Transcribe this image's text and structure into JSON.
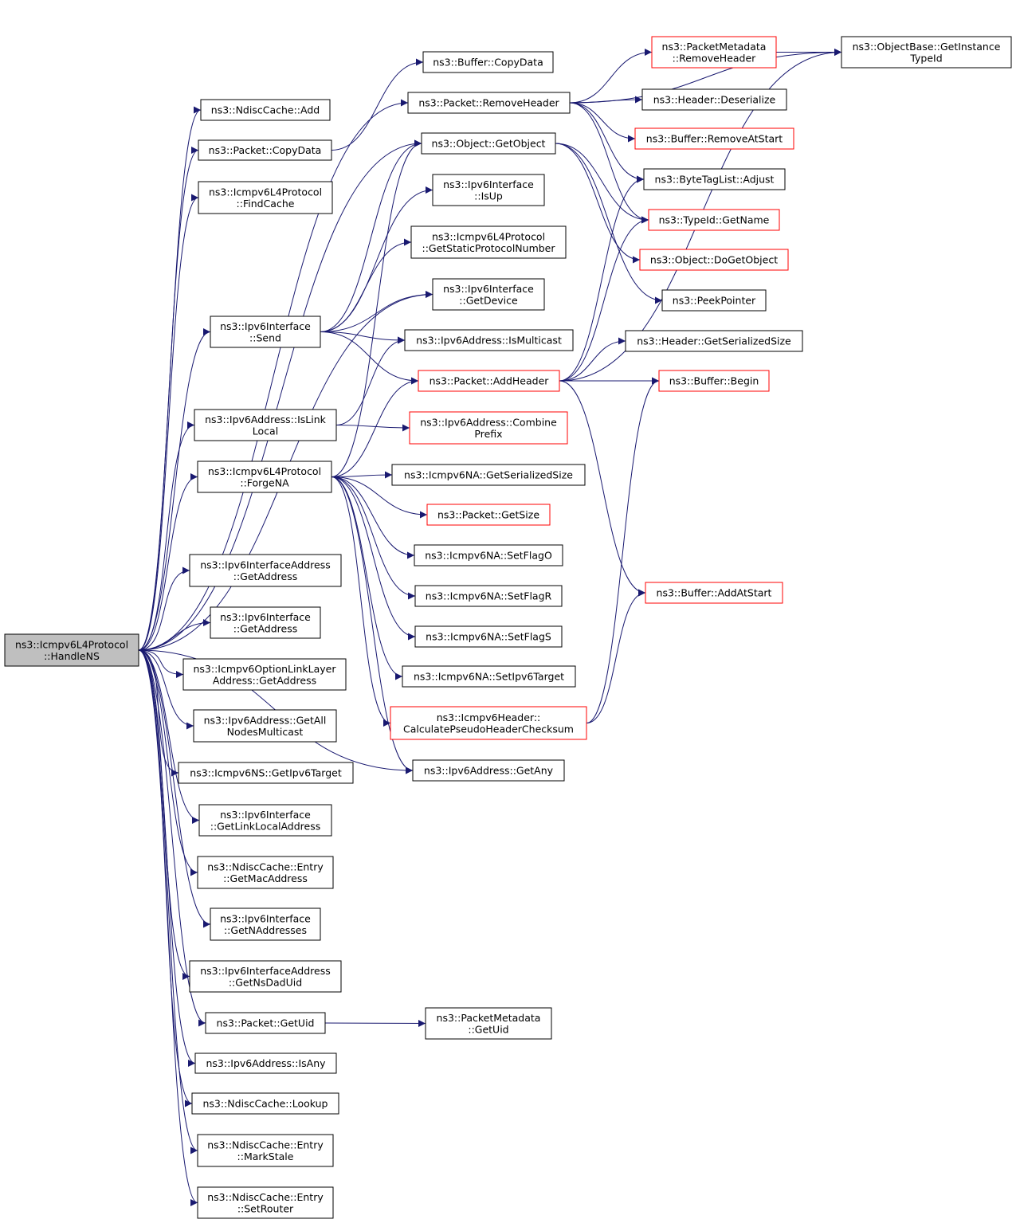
{
  "colors": {
    "edge": "#191970",
    "box_black": "#000000",
    "box_red": "#ff0000",
    "root_fill": "#bfbfbf",
    "fill": "#ffffff"
  },
  "nodes": {
    "root": {
      "lines": [
        "ns3::Icmpv6L4Protocol",
        "::HandleNS"
      ],
      "border": "black",
      "root": true
    },
    "ndisc_add": {
      "lines": [
        "ns3::NdiscCache::Add"
      ],
      "border": "black"
    },
    "pkt_copydata": {
      "lines": [
        "ns3::Packet::CopyData"
      ],
      "border": "black"
    },
    "findcache": {
      "lines": [
        "ns3::Icmpv6L4Protocol",
        "::FindCache"
      ],
      "border": "black"
    },
    "ipv6if_send": {
      "lines": [
        "ns3::Ipv6Interface",
        "::Send"
      ],
      "border": "black"
    },
    "islinklocal": {
      "lines": [
        "ns3::Ipv6Address::IsLink",
        "Local"
      ],
      "border": "black"
    },
    "forgena": {
      "lines": [
        "ns3::Icmpv6L4Protocol",
        "::ForgeNA"
      ],
      "border": "black"
    },
    "ifaddr_getaddress": {
      "lines": [
        "ns3::Ipv6InterfaceAddress",
        "::GetAddress"
      ],
      "border": "black"
    },
    "ipv6if_getaddress": {
      "lines": [
        "ns3::Ipv6Interface",
        "::GetAddress"
      ],
      "border": "black"
    },
    "optlinklayer": {
      "lines": [
        "ns3::Icmpv6OptionLinkLayer",
        "Address::GetAddress"
      ],
      "border": "black"
    },
    "getallnodes": {
      "lines": [
        "ns3::Ipv6Address::GetAll",
        "NodesMulticast"
      ],
      "border": "black"
    },
    "ns_getipv6target": {
      "lines": [
        "ns3::Icmpv6NS::GetIpv6Target"
      ],
      "border": "black"
    },
    "getlinklocal": {
      "lines": [
        "ns3::Ipv6Interface",
        "::GetLinkLocalAddress"
      ],
      "border": "black"
    },
    "entry_getmac": {
      "lines": [
        "ns3::NdiscCache::Entry",
        "::GetMacAddress"
      ],
      "border": "black"
    },
    "getnaddresses": {
      "lines": [
        "ns3::Ipv6Interface",
        "::GetNAddresses"
      ],
      "border": "black"
    },
    "getnsdaduid": {
      "lines": [
        "ns3::Ipv6InterfaceAddress",
        "::GetNsDadUid"
      ],
      "border": "black"
    },
    "pkt_getuid": {
      "lines": [
        "ns3::Packet::GetUid"
      ],
      "border": "black"
    },
    "isany": {
      "lines": [
        "ns3::Ipv6Address::IsAny"
      ],
      "border": "black"
    },
    "lookup": {
      "lines": [
        "ns3::NdiscCache::Lookup"
      ],
      "border": "black"
    },
    "markstale": {
      "lines": [
        "ns3::NdiscCache::Entry",
        "::MarkStale"
      ],
      "border": "black"
    },
    "setrouter": {
      "lines": [
        "ns3::NdiscCache::Entry",
        "::SetRouter"
      ],
      "border": "black"
    },
    "buf_copydata": {
      "lines": [
        "ns3::Buffer::CopyData"
      ],
      "border": "black"
    },
    "removeheader": {
      "lines": [
        "ns3::Packet::RemoveHeader"
      ],
      "border": "black"
    },
    "getobject": {
      "lines": [
        "ns3::Object::GetObject"
      ],
      "border": "black"
    },
    "isup": {
      "lines": [
        "ns3::Ipv6Interface",
        "::IsUp"
      ],
      "border": "black"
    },
    "staticproto": {
      "lines": [
        "ns3::Icmpv6L4Protocol",
        "::GetStaticProtocolNumber"
      ],
      "border": "black"
    },
    "getdevice": {
      "lines": [
        "ns3::Ipv6Interface",
        "::GetDevice"
      ],
      "border": "black"
    },
    "ismulticast": {
      "lines": [
        "ns3::Ipv6Address::IsMulticast"
      ],
      "border": "black"
    },
    "addheader": {
      "lines": [
        "ns3::Packet::AddHeader"
      ],
      "border": "red"
    },
    "combineprefix": {
      "lines": [
        "ns3::Ipv6Address::Combine",
        "Prefix"
      ],
      "border": "red"
    },
    "na_serialized": {
      "lines": [
        "ns3::Icmpv6NA::GetSerializedSize"
      ],
      "border": "black"
    },
    "pkt_getsize": {
      "lines": [
        "ns3::Packet::GetSize"
      ],
      "border": "red"
    },
    "setflago": {
      "lines": [
        "ns3::Icmpv6NA::SetFlagO"
      ],
      "border": "black"
    },
    "setflagr": {
      "lines": [
        "ns3::Icmpv6NA::SetFlagR"
      ],
      "border": "black"
    },
    "setflags": {
      "lines": [
        "ns3::Icmpv6NA::SetFlagS"
      ],
      "border": "black"
    },
    "setipv6target": {
      "lines": [
        "ns3::Icmpv6NA::SetIpv6Target"
      ],
      "border": "black"
    },
    "pseudochecksum": {
      "lines": [
        "ns3::Icmpv6Header::",
        "CalculatePseudoHeaderChecksum"
      ],
      "border": "red"
    },
    "getany": {
      "lines": [
        "ns3::Ipv6Address::GetAny"
      ],
      "border": "black"
    },
    "meta_getuid": {
      "lines": [
        "ns3::PacketMetadata",
        "::GetUid"
      ],
      "border": "black"
    },
    "meta_removeheader": {
      "lines": [
        "ns3::PacketMetadata",
        "::RemoveHeader"
      ],
      "border": "red"
    },
    "hdr_deserialize": {
      "lines": [
        "ns3::Header::Deserialize"
      ],
      "border": "black"
    },
    "buf_removeatstart": {
      "lines": [
        "ns3::Buffer::RemoveAtStart"
      ],
      "border": "red"
    },
    "bytetag_adjust": {
      "lines": [
        "ns3::ByteTagList::Adjust"
      ],
      "border": "black"
    },
    "typeid_getname": {
      "lines": [
        "ns3::TypeId::GetName"
      ],
      "border": "red"
    },
    "dogetobject": {
      "lines": [
        "ns3::Object::DoGetObject"
      ],
      "border": "red"
    },
    "peekpointer": {
      "lines": [
        "ns3::PeekPointer"
      ],
      "border": "black"
    },
    "hdr_serialized": {
      "lines": [
        "ns3::Header::GetSerializedSize"
      ],
      "border": "black"
    },
    "buf_begin": {
      "lines": [
        "ns3::Buffer::Begin"
      ],
      "border": "red"
    },
    "buf_addatstart": {
      "lines": [
        "ns3::Buffer::AddAtStart"
      ],
      "border": "red"
    },
    "getinstancetypeid": {
      "lines": [
        "ns3::ObjectBase::GetInstance",
        "TypeId"
      ],
      "border": "black"
    }
  },
  "edges": [
    [
      "root",
      "ndisc_add"
    ],
    [
      "root",
      "pkt_copydata"
    ],
    [
      "root",
      "findcache"
    ],
    [
      "root",
      "removeheader"
    ],
    [
      "root",
      "getobject"
    ],
    [
      "root",
      "ipv6if_send"
    ],
    [
      "root",
      "getdevice"
    ],
    [
      "root",
      "islinklocal"
    ],
    [
      "root",
      "forgena"
    ],
    [
      "root",
      "getany"
    ],
    [
      "root",
      "ifaddr_getaddress"
    ],
    [
      "root",
      "ipv6if_getaddress"
    ],
    [
      "root",
      "optlinklayer"
    ],
    [
      "root",
      "getallnodes"
    ],
    [
      "root",
      "ns_getipv6target"
    ],
    [
      "root",
      "getlinklocal"
    ],
    [
      "root",
      "entry_getmac"
    ],
    [
      "root",
      "getnaddresses"
    ],
    [
      "root",
      "getnsdaduid"
    ],
    [
      "root",
      "pkt_getuid"
    ],
    [
      "root",
      "isany"
    ],
    [
      "root",
      "lookup"
    ],
    [
      "root",
      "markstale"
    ],
    [
      "root",
      "setrouter"
    ],
    [
      "pkt_copydata",
      "buf_copydata"
    ],
    [
      "ipv6if_send",
      "getobject"
    ],
    [
      "ipv6if_send",
      "isup"
    ],
    [
      "ipv6if_send",
      "staticproto"
    ],
    [
      "ipv6if_send",
      "getdevice"
    ],
    [
      "ipv6if_send",
      "ismulticast"
    ],
    [
      "ipv6if_send",
      "addheader"
    ],
    [
      "islinklocal",
      "ismulticast"
    ],
    [
      "islinklocal",
      "combineprefix"
    ],
    [
      "forgena",
      "addheader"
    ],
    [
      "forgena",
      "getobject"
    ],
    [
      "forgena",
      "na_serialized"
    ],
    [
      "forgena",
      "pkt_getsize"
    ],
    [
      "forgena",
      "setflago"
    ],
    [
      "forgena",
      "setflagr"
    ],
    [
      "forgena",
      "setflags"
    ],
    [
      "forgena",
      "setipv6target"
    ],
    [
      "forgena",
      "pseudochecksum"
    ],
    [
      "forgena",
      "getany"
    ],
    [
      "pkt_getuid",
      "meta_getuid"
    ],
    [
      "removeheader",
      "meta_removeheader"
    ],
    [
      "removeheader",
      "hdr_deserialize"
    ],
    [
      "removeheader",
      "buf_removeatstart"
    ],
    [
      "removeheader",
      "bytetag_adjust"
    ],
    [
      "removeheader",
      "typeid_getname"
    ],
    [
      "removeheader",
      "getinstancetypeid"
    ],
    [
      "getobject",
      "dogetobject"
    ],
    [
      "getobject",
      "peekpointer"
    ],
    [
      "getobject",
      "typeid_getname"
    ],
    [
      "addheader",
      "hdr_serialized"
    ],
    [
      "addheader",
      "buf_begin"
    ],
    [
      "addheader",
      "bytetag_adjust"
    ],
    [
      "addheader",
      "buf_addatstart"
    ],
    [
      "addheader",
      "typeid_getname"
    ],
    [
      "addheader",
      "getinstancetypeid"
    ],
    [
      "meta_removeheader",
      "getinstancetypeid"
    ],
    [
      "pseudochecksum",
      "buf_begin"
    ],
    [
      "pseudochecksum",
      "buf_addatstart"
    ]
  ]
}
